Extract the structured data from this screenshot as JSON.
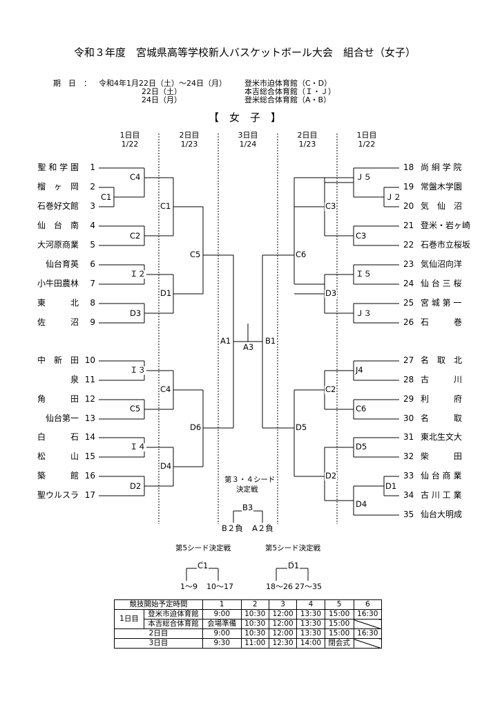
{
  "title": "令和３年度　宮城県高等学校新人バスケットボール大会　組合せ（女子）",
  "period": {
    "label": "期　日　：",
    "rows": [
      {
        "date": "令和4年1月22日（土）〜24日（月）",
        "venue": "登米市迫体育館（C・D）"
      },
      {
        "date": "22日（土）",
        "venue": "本吉総合体育館（Ｉ・Ｊ）"
      },
      {
        "date": "24日（月）",
        "venue": "登米総合体育館（A・B）"
      }
    ]
  },
  "section_title": "【　女　子　】",
  "day_headers": [
    {
      "day": "1日目",
      "date": "1/22"
    },
    {
      "day": "2日目",
      "date": "1/23"
    },
    {
      "day": "3日目",
      "date": "1/24"
    },
    {
      "day": "2日目",
      "date": "1/23"
    },
    {
      "day": "1日目",
      "date": "1/22"
    }
  ],
  "left_teams": [
    {
      "name": "聖 和 学 園",
      "num": "1"
    },
    {
      "name": "榴　ヶ　岡",
      "num": "2"
    },
    {
      "name": "石巻好文館",
      "num": "3"
    },
    {
      "name": "仙　台　南",
      "num": "4"
    },
    {
      "name": "大河原商業",
      "num": "5"
    },
    {
      "name": "仙台育英",
      "num": "6"
    },
    {
      "name": "小牛田農林",
      "num": "7"
    },
    {
      "name": "東　　　北",
      "num": "8"
    },
    {
      "name": "佐　　　沼",
      "num": "9"
    },
    {
      "name": "中　新　田",
      "num": "10"
    },
    {
      "name": "泉",
      "num": "11"
    },
    {
      "name": "角　　　田",
      "num": "12"
    },
    {
      "name": "仙台第一",
      "num": "13"
    },
    {
      "name": "白　　　石",
      "num": "14"
    },
    {
      "name": "松　　　山",
      "num": "15"
    },
    {
      "name": "築　　　館",
      "num": "16"
    },
    {
      "name": "聖ウルスラ",
      "num": "17"
    }
  ],
  "right_teams": [
    {
      "num": "18",
      "name": "尚 絅 学 院"
    },
    {
      "num": "19",
      "name": "常盤木学園"
    },
    {
      "num": "20",
      "name": "気　仙　沼"
    },
    {
      "num": "21",
      "name": "登米・岩ヶ崎"
    },
    {
      "num": "22",
      "name": "石巻市立桜坂"
    },
    {
      "num": "23",
      "name": "気仙沼向洋"
    },
    {
      "num": "24",
      "name": "仙 台 三 桜"
    },
    {
      "num": "25",
      "name": "宮 城 第 一"
    },
    {
      "num": "26",
      "name": "石　　　巻"
    },
    {
      "num": "27",
      "name": "名　取　北"
    },
    {
      "num": "28",
      "name": "古　　　川"
    },
    {
      "num": "29",
      "name": "利　　　府"
    },
    {
      "num": "30",
      "name": "名　　　取"
    },
    {
      "num": "31",
      "name": "東北生文大"
    },
    {
      "num": "32",
      "name": "柴　　　田"
    },
    {
      "num": "33",
      "name": "仙 台 商 業"
    },
    {
      "num": "34",
      "name": "古 川 工 業"
    },
    {
      "num": "35",
      "name": "仙台大明成"
    }
  ],
  "match_labels": {
    "c4_l": "C4",
    "c1_r1": "C1",
    "c2_l": "C2",
    "i2": "Ｉ２",
    "d3_l": "D3",
    "c1_l": "C1",
    "d1_l": "D1",
    "c5": "C5",
    "i3": "Ｉ３",
    "c4_l2": "C4",
    "c5_l2": "C5",
    "i4": "Ｉ４",
    "d4_l": "D4",
    "d2_l": "D2",
    "d6": "D6",
    "a1": "A1",
    "a3": "A3",
    "b1": "B1",
    "j5": "Ｊ５",
    "j2": "Ｊ２",
    "c3_r1": "C3",
    "c3_r2": "C3",
    "c6": "C6",
    "i5": "Ｉ５",
    "j3": "Ｊ３",
    "d3_r": "D3",
    "j4": "J4",
    "c6_r2": "C6",
    "c2_r": "C2",
    "d5_r1": "D5",
    "d1_r": "D1",
    "d4_r": "D4",
    "d2_r": "D2",
    "d5": "D5"
  },
  "third_place": {
    "title_line1": "第３・４シード",
    "title_line2": "決定戦",
    "match": "B3",
    "left": "B２負",
    "right": "A２負"
  },
  "fifth_seed": [
    {
      "title": "第5シード決定戦",
      "match": "C1",
      "left": "1〜9",
      "right": "10〜17"
    },
    {
      "title": "第5シード決定戦",
      "match": "D1",
      "left": "18〜26",
      "right": "27〜35"
    }
  ],
  "schedule": {
    "header": "競技開始予定時間",
    "cols": [
      "1",
      "2",
      "3",
      "4",
      "5",
      "6"
    ],
    "day1": "1日目",
    "rows": [
      {
        "venue": "登米市迫体育館",
        "times": [
          "9:00",
          "10:30",
          "12:00",
          "13:30",
          "15:00",
          "16:30"
        ]
      },
      {
        "venue": "本吉総合体育館",
        "times": [
          "会場準備",
          "10:30",
          "12:00",
          "13:30",
          "15:00",
          ""
        ]
      },
      {
        "venue": "2日目",
        "times": [
          "9:00",
          "10:30",
          "12:00",
          "13:30",
          "15:00",
          "16:30"
        ]
      },
      {
        "venue": "3日目",
        "times": [
          "9:30",
          "11:00",
          "12:30",
          "14:00",
          "閉会式",
          ""
        ]
      }
    ]
  }
}
